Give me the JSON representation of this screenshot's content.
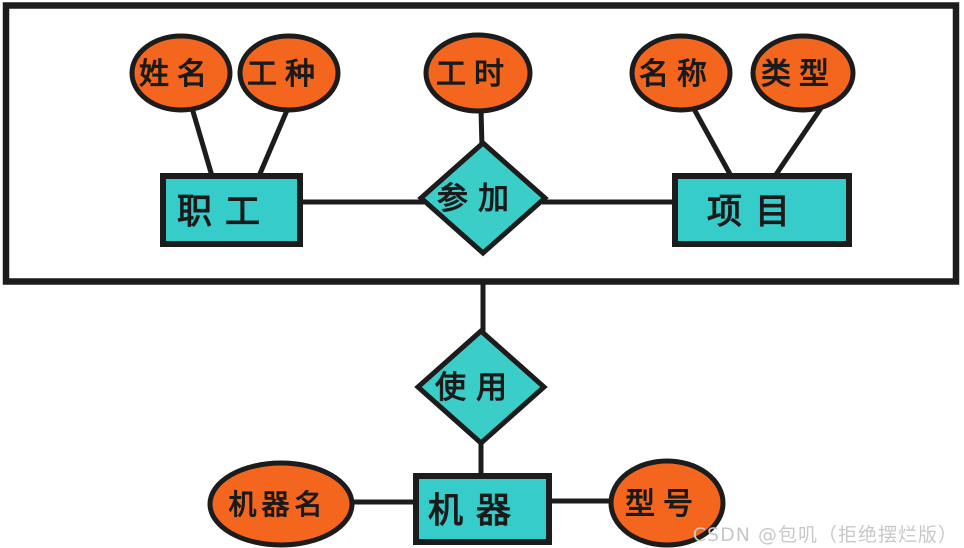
{
  "diagram": {
    "type": "er-diagram",
    "description": "Entity-relationship diagram: employees participate in projects (grouped in a frame); the grouped relationship uses machines."
  },
  "colors": {
    "attribute_fill": "#f4661d",
    "entity_fill": "#36ccc9",
    "relationship_fill": "#3bcdc8",
    "stroke": "#1c1c1c",
    "background": "#ffffff",
    "watermark": "#c8c8c8"
  },
  "nodes": {
    "attr_name": {
      "label": "姓名",
      "shape": "ellipse",
      "role": "attribute"
    },
    "attr_job_type": {
      "label": "工种",
      "shape": "ellipse",
      "role": "attribute"
    },
    "attr_work_hours": {
      "label": "工时",
      "shape": "ellipse",
      "role": "attribute"
    },
    "attr_proj_name": {
      "label": "名称",
      "shape": "ellipse",
      "role": "attribute"
    },
    "attr_proj_type": {
      "label": "类型",
      "shape": "ellipse",
      "role": "attribute"
    },
    "entity_employee": {
      "label": "职工",
      "shape": "rectangle",
      "role": "entity"
    },
    "entity_project": {
      "label": "项目",
      "shape": "rectangle",
      "role": "entity"
    },
    "rel_participate": {
      "label": "参加",
      "shape": "diamond",
      "role": "relationship"
    },
    "rel_use": {
      "label": "使用",
      "shape": "diamond",
      "role": "relationship"
    },
    "entity_machine": {
      "label": "机器",
      "shape": "rectangle",
      "role": "entity"
    },
    "attr_machine_name": {
      "label": "机器名",
      "shape": "ellipse",
      "role": "attribute"
    },
    "attr_model": {
      "label": "型号",
      "shape": "ellipse",
      "role": "attribute"
    }
  },
  "edges": [
    {
      "from": "attr_name",
      "to": "entity_employee"
    },
    {
      "from": "attr_job_type",
      "to": "entity_employee"
    },
    {
      "from": "attr_work_hours",
      "to": "rel_participate"
    },
    {
      "from": "attr_proj_name",
      "to": "entity_project"
    },
    {
      "from": "attr_proj_type",
      "to": "entity_project"
    },
    {
      "from": "entity_employee",
      "to": "rel_participate"
    },
    {
      "from": "rel_participate",
      "to": "entity_project"
    },
    {
      "from": "top_group_frame",
      "to": "rel_use"
    },
    {
      "from": "rel_use",
      "to": "entity_machine"
    },
    {
      "from": "attr_machine_name",
      "to": "entity_machine"
    },
    {
      "from": "entity_machine",
      "to": "attr_model"
    }
  ],
  "watermark": {
    "text": "CSDN @包叽（拒绝摆烂版）"
  }
}
